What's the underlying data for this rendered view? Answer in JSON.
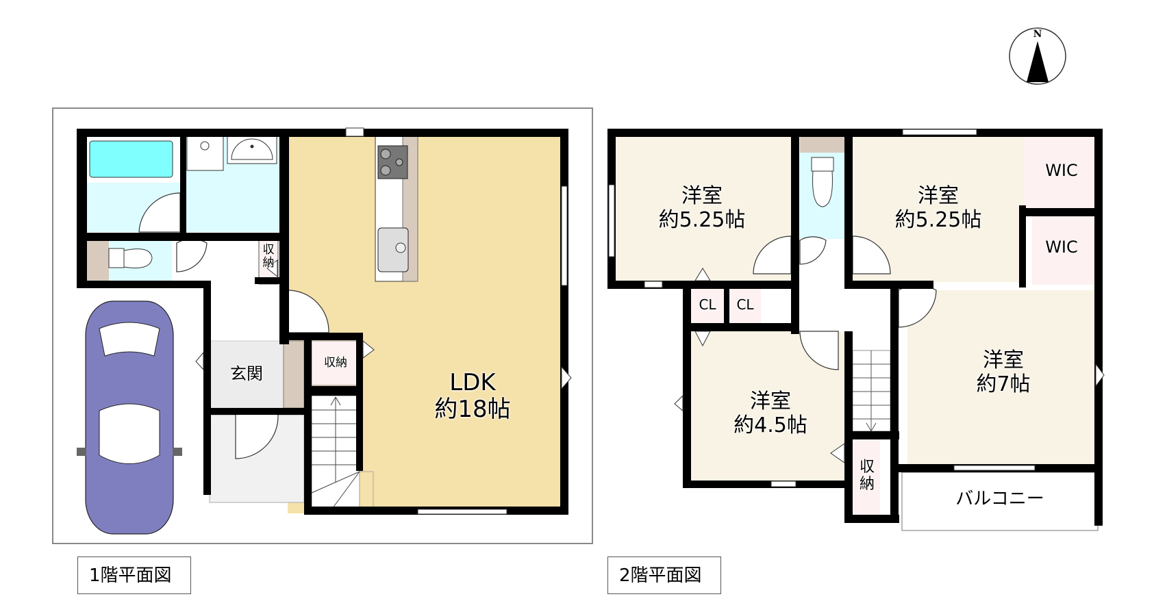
{
  "compass": {
    "label": "N"
  },
  "floor1": {
    "caption": "1階平面図",
    "rooms": {
      "ldk": {
        "name": "LDK",
        "size": "約18帖"
      },
      "genkan": {
        "name": "玄関"
      },
      "storage_hall": {
        "name": "収納"
      },
      "storage_small_l1": "収",
      "storage_small_l2": "納"
    }
  },
  "floor2": {
    "caption": "2階平面図",
    "rooms": {
      "western_nw": {
        "name": "洋室",
        "size": "約5.25帖"
      },
      "western_ne": {
        "name": "洋室",
        "size": "約5.25帖"
      },
      "western_sw": {
        "name": "洋室",
        "size": "約4.5帖"
      },
      "western_se": {
        "name": "洋室",
        "size": "約7帖"
      },
      "wic1": "WIC",
      "wic2": "WIC",
      "cl1": "CL",
      "cl2": "CL",
      "storage_l1": "収",
      "storage_l2": "納",
      "balcony": "バルコニー"
    }
  },
  "colors": {
    "ldk": "#f5e1aa",
    "western": "#f8f3e4",
    "wet": "#dcfcff",
    "bathtub": "#80ffff",
    "storage": "#fdf1f1",
    "cabinet": "#d8cbbd",
    "car": "#7f7fc0",
    "genkan_tile": "#ececec"
  }
}
